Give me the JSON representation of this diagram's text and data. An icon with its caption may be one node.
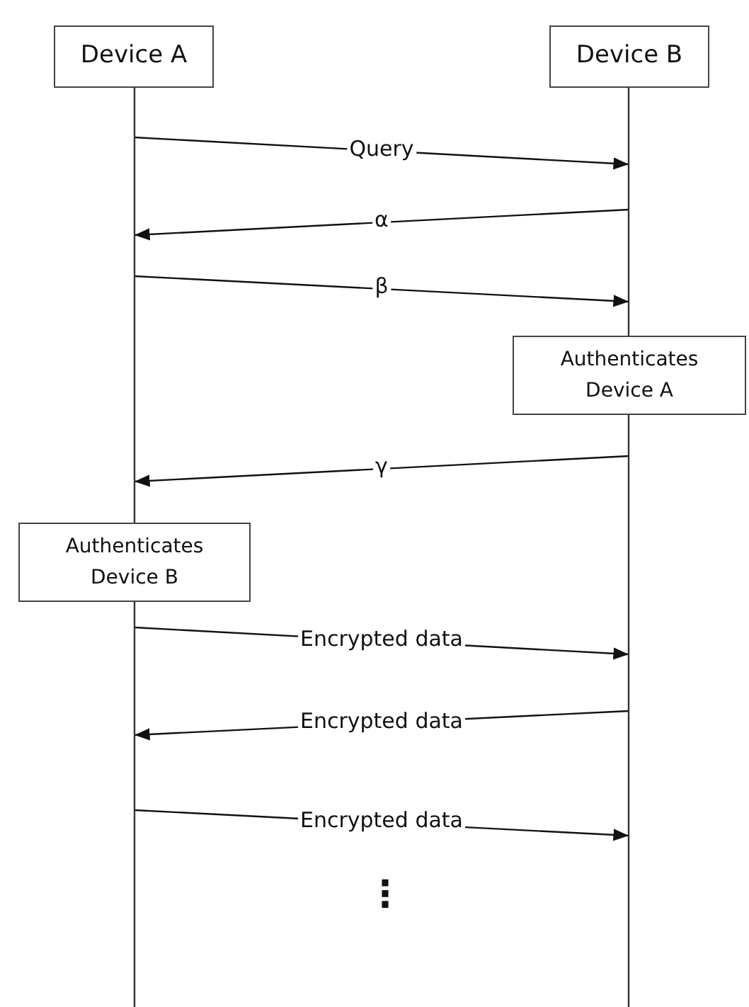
{
  "diagram": {
    "nodes": [
      {
        "text": [
          "Device A"
        ]
      },
      {
        "text": [
          "Device B"
        ]
      },
      {
        "text": [
          "Authenticates Device A"
        ]
      },
      {
        "text": [
          "Authenticates Device B"
        ]
      }
    ],
    "edges": [
      {
        "from": 0,
        "to": 1,
        "arrow": "to",
        "label": "Query"
      },
      {
        "from": 1,
        "to": 0,
        "arrow": "to",
        "label": "α"
      },
      {
        "from": 0,
        "to": 1,
        "arrow": "to",
        "label": "β"
      },
      {
        "from": 1,
        "to": 0,
        "arrow": "to",
        "label": "γ"
      },
      {
        "from": 0,
        "to": 1,
        "arrow": "to",
        "label": "Encrypted data"
      },
      {
        "from": 1,
        "to": 0,
        "arrow": "to",
        "label": "Encrypted data"
      },
      {
        "from": 0,
        "to": 1,
        "arrow": "to",
        "label": "Encrypted data"
      }
    ],
    "labels": [
      "⋮"
    ]
  }
}
